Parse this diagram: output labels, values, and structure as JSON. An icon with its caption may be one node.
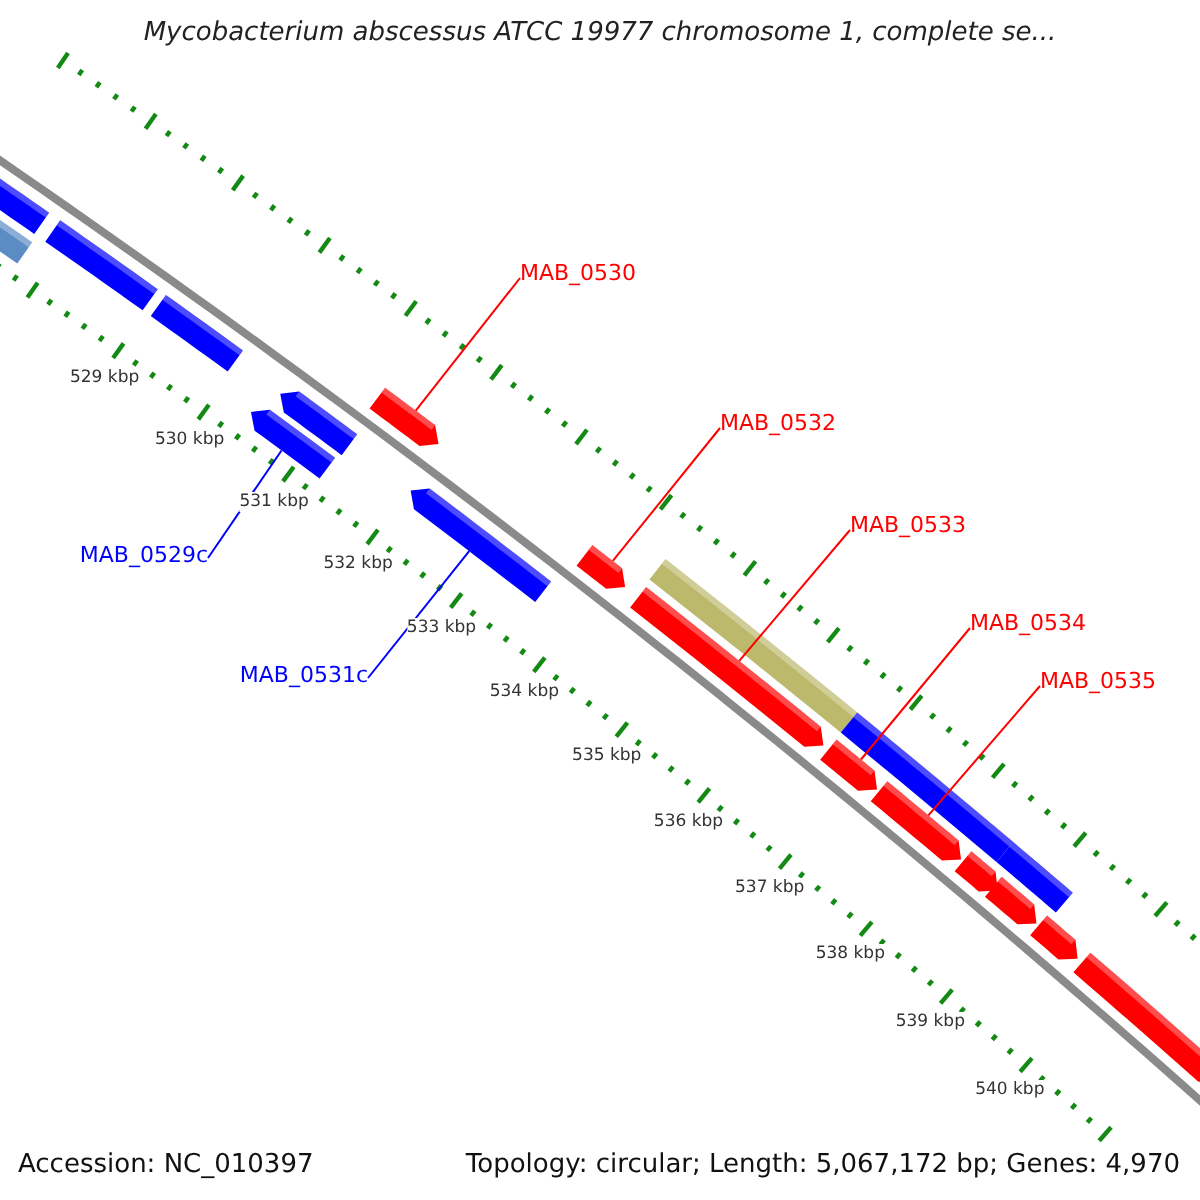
{
  "diagram": {
    "title": "Mycobacterium abscessus ATCC 19977 chromosome 1, complete se...",
    "nodes": [
      {
        "text": [
          "MAB_0530"
        ]
      },
      {
        "text": [
          "MAB_0532"
        ]
      },
      {
        "text": [
          "MAB_0533"
        ]
      },
      {
        "text": [
          "MAB_0529c"
        ]
      },
      {
        "text": [
          "MAB_0534"
        ]
      },
      {
        "text": [
          "MAB_0531c"
        ]
      },
      {
        "text": [
          "MAB_0535"
        ]
      },
      {
        "text": [],
        "shape": "bar"
      },
      {
        "text": [],
        "shape": "bar"
      },
      {
        "text": [],
        "shape": "bar"
      },
      {
        "text": [],
        "shape": "bar"
      },
      {
        "text": [],
        "shape": "bar"
      },
      {
        "text": [],
        "shape": "bar"
      },
      {
        "text": [],
        "shape": "bar"
      },
      {
        "text": [],
        "shape": "bar"
      },
      {
        "text": [],
        "shape": "bar"
      },
      {
        "text": [],
        "shape": "bar"
      },
      {
        "text": [],
        "shape": "bar"
      },
      {
        "text": [],
        "shape": "bar"
      },
      {
        "text": [],
        "shape": "bar"
      },
      {
        "text": [],
        "shape": "bar"
      },
      {
        "text": [],
        "shape": "bar"
      },
      {
        "text": [],
        "shape": "bar"
      },
      {
        "text": [],
        "shape": "bar"
      },
      {
        "text": [],
        "shape": "bar"
      },
      {
        "text": [],
        "shape": "bar"
      }
    ],
    "edges": [
      {
        "from": 0,
        "to": 13,
        "arrow": "none"
      },
      {
        "from": 1,
        "to": 15,
        "arrow": "none"
      },
      {
        "from": 2,
        "to": 16,
        "arrow": "none"
      },
      {
        "from": 3,
        "to": 11,
        "arrow": "none",
        "color": "#0000ff"
      },
      {
        "from": 4,
        "to": 18,
        "arrow": "none"
      },
      {
        "from": 5,
        "to": 14,
        "arrow": "none",
        "color": "#0000ff"
      },
      {
        "from": 6,
        "to": 20,
        "arrow": "none"
      }
    ],
    "labels": [
      "529 kbp",
      "530 kbp",
      "531 kbp",
      "532 kbp",
      "533 kbp",
      "534 kbp",
      "535 kbp",
      "536 kbp",
      "537 kbp",
      "538 kbp",
      "539 kbp",
      "540 kbp",
      "Accession: NC_010397",
      "Topology: circular; Length: 5,067,172 bp; Genes: 4,970"
    ]
  }
}
